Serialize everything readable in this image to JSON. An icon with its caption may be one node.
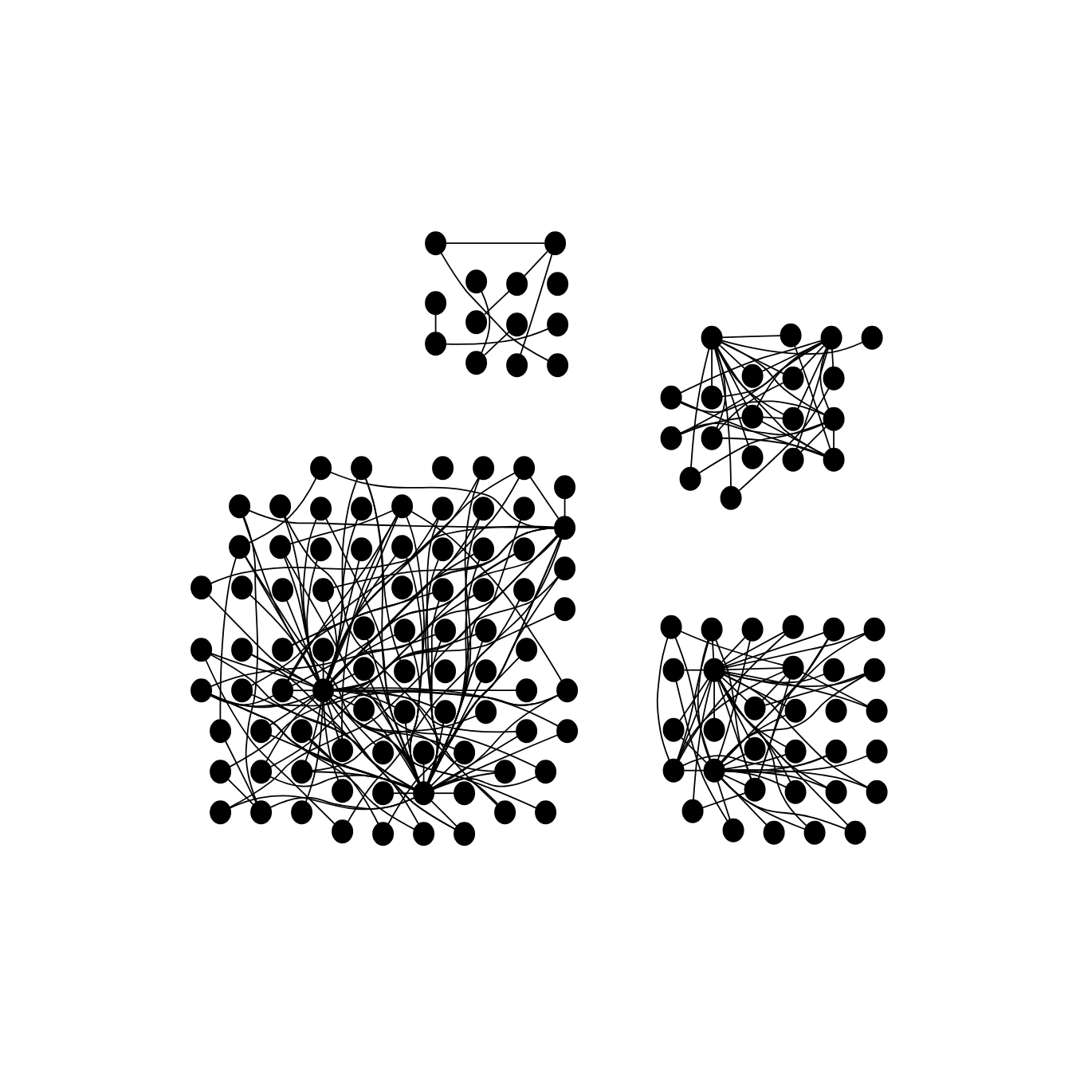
{
  "diagram": {
    "nodes": [
      {
        "text": [],
        "shape": "circle"
      },
      {
        "text": [],
        "shape": "circle"
      },
      {
        "text": [],
        "shape": "circle"
      },
      {
        "text": [],
        "shape": "circle"
      },
      {
        "text": [],
        "shape": "circle"
      },
      {
        "text": [],
        "shape": "circle"
      },
      {
        "text": [],
        "shape": "circle"
      },
      {
        "text": [],
        "shape": "circle"
      },
      {
        "text": [],
        "shape": "circle"
      },
      {
        "text": [],
        "shape": "circle"
      },
      {
        "text": [],
        "shape": "circle"
      },
      {
        "text": [],
        "shape": "circle"
      },
      {
        "text": [],
        "shape": "circle"
      },
      {
        "text": [],
        "shape": "circle"
      },
      {
        "text": [],
        "shape": "circle"
      },
      {
        "text": [],
        "shape": "circle"
      },
      {
        "text": [],
        "shape": "circle"
      },
      {
        "text": [],
        "shape": "circle"
      },
      {
        "text": [],
        "shape": "circle"
      },
      {
        "text": [],
        "shape": "circle"
      },
      {
        "text": [],
        "shape": "circle"
      },
      {
        "text": [],
        "shape": "circle"
      },
      {
        "text": [],
        "shape": "circle"
      },
      {
        "text": [],
        "shape": "circle"
      },
      {
        "text": [],
        "shape": "circle"
      },
      {
        "text": [],
        "shape": "circle"
      },
      {
        "text": [],
        "shape": "circle"
      },
      {
        "text": [],
        "shape": "circle"
      },
      {
        "text": [],
        "shape": "circle"
      },
      {
        "text": [],
        "shape": "circle"
      },
      {
        "text": [],
        "shape": "circle"
      },
      {
        "text": [],
        "shape": "circle"
      },
      {
        "text": [],
        "shape": "circle"
      },
      {
        "text": [],
        "shape": "circle"
      },
      {
        "text": [],
        "shape": "circle"
      },
      {
        "text": [],
        "shape": "circle"
      },
      {
        "text": [],
        "shape": "circle"
      },
      {
        "text": [],
        "shape": "circle"
      },
      {
        "text": [],
        "shape": "circle"
      },
      {
        "text": [],
        "shape": "circle"
      },
      {
        "text": [],
        "shape": "circle"
      },
      {
        "text": [],
        "shape": "circle"
      },
      {
        "text": [],
        "shape": "circle"
      },
      {
        "text": [],
        "shape": "circle"
      },
      {
        "text": [],
        "shape": "circle"
      },
      {
        "text": [],
        "shape": "circle"
      },
      {
        "text": [],
        "shape": "circle"
      },
      {
        "text": [],
        "shape": "circle"
      },
      {
        "text": [],
        "shape": "circle"
      },
      {
        "text": [],
        "shape": "circle"
      },
      {
        "text": [],
        "shape": "circle"
      },
      {
        "text": [],
        "shape": "circle"
      },
      {
        "text": [],
        "shape": "circle"
      },
      {
        "text": [],
        "shape": "circle"
      },
      {
        "text": [],
        "shape": "circle"
      },
      {
        "text": [],
        "shape": "circle"
      },
      {
        "text": [],
        "shape": "circle"
      },
      {
        "text": [],
        "shape": "circle"
      },
      {
        "text": [],
        "shape": "circle"
      },
      {
        "text": [],
        "shape": "circle"
      },
      {
        "text": [],
        "shape": "circle"
      },
      {
        "text": [],
        "shape": "circle"
      },
      {
        "text": [],
        "shape": "circle"
      },
      {
        "text": [],
        "shape": "circle"
      },
      {
        "text": [],
        "shape": "circle"
      },
      {
        "text": [],
        "shape": "circle"
      },
      {
        "text": [],
        "shape": "circle"
      },
      {
        "text": [],
        "shape": "circle"
      },
      {
        "text": [],
        "shape": "circle"
      },
      {
        "text": [],
        "shape": "circle"
      },
      {
        "text": [],
        "shape": "circle"
      },
      {
        "text": [],
        "shape": "circle"
      },
      {
        "text": [],
        "shape": "circle"
      },
      {
        "text": [],
        "shape": "circle"
      },
      {
        "text": [],
        "shape": "circle"
      },
      {
        "text": [],
        "shape": "circle"
      },
      {
        "text": [],
        "shape": "circle"
      },
      {
        "text": [],
        "shape": "circle"
      },
      {
        "text": [],
        "shape": "circle"
      },
      {
        "text": [],
        "shape": "circle"
      },
      {
        "text": [],
        "shape": "circle"
      },
      {
        "text": [],
        "shape": "circle"
      },
      {
        "text": [],
        "shape": "circle"
      },
      {
        "text": [],
        "shape": "circle"
      },
      {
        "text": [],
        "shape": "circle"
      },
      {
        "text": [],
        "shape": "circle"
      },
      {
        "text": [],
        "shape": "circle"
      },
      {
        "text": [],
        "shape": "circle"
      },
      {
        "text": [],
        "shape": "circle"
      },
      {
        "text": [],
        "shape": "circle"
      },
      {
        "text": [],
        "shape": "circle"
      },
      {
        "text": [],
        "shape": "circle"
      },
      {
        "text": [],
        "shape": "circle"
      },
      {
        "text": [],
        "shape": "circle"
      },
      {
        "text": [],
        "shape": "circle"
      },
      {
        "text": [],
        "shape": "circle"
      },
      {
        "text": [],
        "shape": "circle"
      },
      {
        "text": [],
        "shape": "circle"
      },
      {
        "text": [],
        "shape": "circle"
      },
      {
        "text": [],
        "shape": "circle"
      },
      {
        "text": [],
        "shape": "circle"
      },
      {
        "text": [],
        "shape": "circle"
      },
      {
        "text": [],
        "shape": "circle"
      },
      {
        "text": [],
        "shape": "circle"
      },
      {
        "text": [],
        "shape": "circle"
      },
      {
        "text": [],
        "shape": "circle"
      },
      {
        "text": [],
        "shape": "circle"
      },
      {
        "text": [],
        "shape": "circle"
      },
      {
        "text": [],
        "shape": "circle"
      },
      {
        "text": [],
        "shape": "circle"
      },
      {
        "text": [],
        "shape": "circle"
      },
      {
        "text": [],
        "shape": "circle"
      },
      {
        "text": [],
        "shape": "circle"
      },
      {
        "text": [],
        "shape": "circle"
      },
      {
        "text": [],
        "shape": "circle"
      },
      {
        "text": [],
        "shape": "circle"
      },
      {
        "text": [],
        "shape": "circle"
      },
      {
        "text": [],
        "shape": "circle"
      },
      {
        "text": [],
        "shape": "circle"
      },
      {
        "text": [],
        "shape": "circle"
      },
      {
        "text": [],
        "shape": "circle"
      },
      {
        "text": [],
        "shape": "circle"
      },
      {
        "text": [],
        "shape": "circle"
      },
      {
        "text": [],
        "shape": "circle"
      },
      {
        "text": [],
        "shape": "circle"
      },
      {
        "text": [],
        "shape": "circle"
      },
      {
        "text": [],
        "shape": "circle"
      },
      {
        "text": [],
        "shape": "circle"
      },
      {
        "text": [],
        "shape": "circle"
      },
      {
        "text": [],
        "shape": "circle"
      },
      {
        "text": [],
        "shape": "circle"
      },
      {
        "text": [],
        "shape": "circle"
      },
      {
        "text": [],
        "shape": "circle"
      },
      {
        "text": [],
        "shape": "circle"
      },
      {
        "text": [],
        "shape": "circle"
      },
      {
        "text": [],
        "shape": "circle"
      },
      {
        "text": [],
        "shape": "circle"
      },
      {
        "text": [],
        "shape": "circle"
      },
      {
        "text": [],
        "shape": "circle"
      },
      {
        "text": [],
        "shape": "circle"
      },
      {
        "text": [],
        "shape": "circle"
      },
      {
        "text": [],
        "shape": "circle"
      },
      {
        "text": [],
        "shape": "circle"
      },
      {
        "text": [],
        "shape": "circle"
      },
      {
        "text": [],
        "shape": "circle"
      },
      {
        "text": [],
        "shape": "circle"
      },
      {
        "text": [],
        "shape": "circle"
      }
    ],
    "edges": [
      {
        "from": 1,
        "to": 6,
        "arrow": "none"
      },
      {
        "from": 3,
        "to": 6,
        "arrow": "none"
      },
      {
        "from": 2,
        "to": 0,
        "arrow": "none"
      },
      {
        "from": 2,
        "to": 7,
        "arrow": "none"
      },
      {
        "from": 5,
        "to": 4,
        "arrow": "none"
      },
      {
        "from": 5,
        "to": 11,
        "arrow": "none"
      },
      {
        "from": 7,
        "to": 9,
        "arrow": "none"
      },
      {
        "from": 7,
        "to": 8,
        "arrow": "none"
      },
      {
        "from": 8,
        "to": 10,
        "arrow": "none"
      },
      {
        "from": 18,
        "to": 21,
        "arrow": "none"
      },
      {
        "from": 16,
        "to": 21,
        "arrow": "none"
      },
      {
        "from": 16,
        "to": 19,
        "arrow": "none"
      },
      {
        "from": 13,
        "to": 21,
        "arrow": "none"
      },
      {
        "from": 17,
        "to": 21,
        "arrow": "none"
      },
      {
        "from": 13,
        "to": 19,
        "arrow": "none"
      },
      {
        "from": 13,
        "to": 20,
        "arrow": "none"
      },
      {
        "from": 20,
        "to": 29,
        "arrow": "none"
      },
      {
        "from": 14,
        "to": 17,
        "arrow": "none"
      },
      {
        "from": 14,
        "to": 21,
        "arrow": "none"
      },
      {
        "from": 14,
        "to": 19,
        "arrow": "none"
      },
      {
        "from": 15,
        "to": 21,
        "arrow": "none"
      },
      {
        "from": 15,
        "to": 19,
        "arrow": "none"
      },
      {
        "from": 21,
        "to": 20,
        "arrow": "none"
      },
      {
        "from": 20,
        "to": 19,
        "arrow": "none"
      },
      {
        "from": 20,
        "to": 23,
        "arrow": "none"
      },
      {
        "from": 23,
        "to": 26,
        "arrow": "none"
      },
      {
        "from": 21,
        "to": 26,
        "arrow": "none"
      },
      {
        "from": 21,
        "to": 31,
        "arrow": "none"
      },
      {
        "from": 21,
        "to": 27,
        "arrow": "none"
      },
      {
        "from": 21,
        "to": 23,
        "arrow": "none"
      },
      {
        "from": 21,
        "to": 24,
        "arrow": "none"
      },
      {
        "from": 21,
        "to": 30,
        "arrow": "none"
      },
      {
        "from": 17,
        "to": 23,
        "arrow": "none"
      },
      {
        "from": 23,
        "to": 24,
        "arrow": "none"
      },
      {
        "from": 23,
        "to": 28,
        "arrow": "none"
      },
      {
        "from": 24,
        "to": 28,
        "arrow": "none"
      },
      {
        "from": 24,
        "to": 27,
        "arrow": "none"
      },
      {
        "from": 24,
        "to": 29,
        "arrow": "none"
      },
      {
        "from": 22,
        "to": 24,
        "arrow": "none"
      },
      {
        "from": 22,
        "to": 19,
        "arrow": "none"
      },
      {
        "from": 19,
        "to": 24,
        "arrow": "none"
      },
      {
        "from": 19,
        "to": 28,
        "arrow": "none"
      },
      {
        "from": 19,
        "to": 25,
        "arrow": "none"
      },
      {
        "from": 19,
        "to": 29,
        "arrow": "none"
      },
      {
        "from": 25,
        "to": 30,
        "arrow": "none"
      },
      {
        "from": 39,
        "to": 43,
        "arrow": "none"
      },
      {
        "from": 37,
        "to": 43,
        "arrow": "none"
      },
      {
        "from": 37,
        "to": 40,
        "arrow": "none"
      },
      {
        "from": 33,
        "to": 43,
        "arrow": "none"
      },
      {
        "from": 38,
        "to": 43,
        "arrow": "none"
      },
      {
        "from": 33,
        "to": 40,
        "arrow": "none"
      },
      {
        "from": 33,
        "to": 41,
        "arrow": "none"
      },
      {
        "from": 41,
        "to": 57,
        "arrow": "none"
      },
      {
        "from": 34,
        "to": 38,
        "arrow": "none"
      },
      {
        "from": 34,
        "to": 43,
        "arrow": "none"
      },
      {
        "from": 34,
        "to": 40,
        "arrow": "none"
      },
      {
        "from": 36,
        "to": 43,
        "arrow": "none"
      },
      {
        "from": 36,
        "to": 40,
        "arrow": "none"
      },
      {
        "from": 43,
        "to": 41,
        "arrow": "none"
      },
      {
        "from": 41,
        "to": 40,
        "arrow": "none"
      },
      {
        "from": 41,
        "to": 48,
        "arrow": "none"
      },
      {
        "from": 48,
        "to": 53,
        "arrow": "none"
      },
      {
        "from": 43,
        "to": 53,
        "arrow": "none"
      },
      {
        "from": 43,
        "to": 61,
        "arrow": "none"
      },
      {
        "from": 43,
        "to": 54,
        "arrow": "none"
      },
      {
        "from": 43,
        "to": 48,
        "arrow": "none"
      },
      {
        "from": 43,
        "to": 51,
        "arrow": "none"
      },
      {
        "from": 43,
        "to": 58,
        "arrow": "none"
      },
      {
        "from": 38,
        "to": 48,
        "arrow": "none"
      },
      {
        "from": 48,
        "to": 51,
        "arrow": "none"
      },
      {
        "from": 48,
        "to": 55,
        "arrow": "none"
      },
      {
        "from": 51,
        "to": 55,
        "arrow": "none"
      },
      {
        "from": 51,
        "to": 54,
        "arrow": "none"
      },
      {
        "from": 51,
        "to": 57,
        "arrow": "none"
      },
      {
        "from": 46,
        "to": 51,
        "arrow": "none"
      },
      {
        "from": 46,
        "to": 40,
        "arrow": "none"
      },
      {
        "from": 40,
        "to": 51,
        "arrow": "none"
      },
      {
        "from": 40,
        "to": 55,
        "arrow": "none"
      },
      {
        "from": 40,
        "to": 52,
        "arrow": "none"
      },
      {
        "from": 40,
        "to": 57,
        "arrow": "none"
      },
      {
        "from": 52,
        "to": 58,
        "arrow": "none"
      },
      {
        "from": 32,
        "to": 43,
        "arrow": "none"
      },
      {
        "from": 32,
        "to": 40,
        "arrow": "none"
      },
      {
        "from": 35,
        "to": 43,
        "arrow": "none"
      },
      {
        "from": 35,
        "to": 40,
        "arrow": "none"
      },
      {
        "from": 42,
        "to": 43,
        "arrow": "none"
      },
      {
        "from": 44,
        "to": 43,
        "arrow": "none"
      },
      {
        "from": 44,
        "to": 40,
        "arrow": "none"
      },
      {
        "from": 45,
        "to": 43,
        "arrow": "none"
      },
      {
        "from": 45,
        "to": 40,
        "arrow": "none"
      },
      {
        "from": 49,
        "to": 43,
        "arrow": "none"
      },
      {
        "from": 49,
        "to": 41,
        "arrow": "none"
      },
      {
        "from": 50,
        "to": 43,
        "arrow": "none"
      },
      {
        "from": 50,
        "to": 40,
        "arrow": "none"
      },
      {
        "from": 56,
        "to": 43,
        "arrow": "none"
      },
      {
        "from": 56,
        "to": 40,
        "arrow": "none"
      },
      {
        "from": 57,
        "to": 43,
        "arrow": "none"
      },
      {
        "from": 59,
        "to": 40,
        "arrow": "none"
      },
      {
        "from": 60,
        "to": 43,
        "arrow": "none"
      },
      {
        "from": 60,
        "to": 40,
        "arrow": "none"
      },
      {
        "from": 62,
        "to": 43,
        "arrow": "none"
      },
      {
        "from": 62,
        "to": 40,
        "arrow": "none"
      },
      {
        "from": 63,
        "to": 40,
        "arrow": "none"
      },
      {
        "from": 61,
        "to": 40,
        "arrow": "none"
      },
      {
        "from": 88,
        "to": 100,
        "arrow": "none"
      },
      {
        "from": 81,
        "to": 100,
        "arrow": "none"
      },
      {
        "from": 81,
        "to": 93,
        "arrow": "none"
      },
      {
        "from": 76,
        "to": 100,
        "arrow": "none"
      },
      {
        "from": 85,
        "to": 100,
        "arrow": "none"
      },
      {
        "from": 76,
        "to": 93,
        "arrow": "none"
      },
      {
        "from": 76,
        "to": 98,
        "arrow": "none"
      },
      {
        "from": 98,
        "to": 132,
        "arrow": "none"
      },
      {
        "from": 78,
        "to": 85,
        "arrow": "none"
      },
      {
        "from": 78,
        "to": 100,
        "arrow": "none"
      },
      {
        "from": 78,
        "to": 93,
        "arrow": "none"
      },
      {
        "from": 80,
        "to": 100,
        "arrow": "none"
      },
      {
        "from": 80,
        "to": 93,
        "arrow": "none"
      },
      {
        "from": 100,
        "to": 98,
        "arrow": "none"
      },
      {
        "from": 98,
        "to": 93,
        "arrow": "none"
      },
      {
        "from": 98,
        "to": 111,
        "arrow": "none"
      },
      {
        "from": 111,
        "to": 122,
        "arrow": "none"
      },
      {
        "from": 100,
        "to": 122,
        "arrow": "none"
      },
      {
        "from": 100,
        "to": 138,
        "arrow": "none"
      },
      {
        "from": 100,
        "to": 129,
        "arrow": "none"
      },
      {
        "from": 100,
        "to": 111,
        "arrow": "none"
      },
      {
        "from": 100,
        "to": 116,
        "arrow": "none"
      },
      {
        "from": 100,
        "to": 134,
        "arrow": "none"
      },
      {
        "from": 85,
        "to": 111,
        "arrow": "none"
      },
      {
        "from": 111,
        "to": 116,
        "arrow": "none"
      },
      {
        "from": 111,
        "to": 130,
        "arrow": "none"
      },
      {
        "from": 116,
        "to": 130,
        "arrow": "none"
      },
      {
        "from": 116,
        "to": 129,
        "arrow": "none"
      },
      {
        "from": 116,
        "to": 132,
        "arrow": "none"
      },
      {
        "from": 107,
        "to": 116,
        "arrow": "none"
      },
      {
        "from": 107,
        "to": 93,
        "arrow": "none"
      },
      {
        "from": 93,
        "to": 116,
        "arrow": "none"
      },
      {
        "from": 93,
        "to": 130,
        "arrow": "none"
      },
      {
        "from": 93,
        "to": 120,
        "arrow": "none"
      },
      {
        "from": 93,
        "to": 132,
        "arrow": "none"
      },
      {
        "from": 120,
        "to": 134,
        "arrow": "none"
      },
      {
        "from": 71,
        "to": 100,
        "arrow": "none"
      },
      {
        "from": 71,
        "to": 93,
        "arrow": "none"
      },
      {
        "from": 79,
        "to": 100,
        "arrow": "none"
      },
      {
        "from": 79,
        "to": 93,
        "arrow": "none"
      },
      {
        "from": 99,
        "to": 100,
        "arrow": "none"
      },
      {
        "from": 101,
        "to": 100,
        "arrow": "none"
      },
      {
        "from": 101,
        "to": 93,
        "arrow": "none"
      },
      {
        "from": 104,
        "to": 100,
        "arrow": "none"
      },
      {
        "from": 104,
        "to": 93,
        "arrow": "none"
      },
      {
        "from": 112,
        "to": 100,
        "arrow": "none"
      },
      {
        "from": 112,
        "to": 98,
        "arrow": "none"
      },
      {
        "from": 115,
        "to": 100,
        "arrow": "none"
      },
      {
        "from": 115,
        "to": 93,
        "arrow": "none"
      },
      {
        "from": 131,
        "to": 100,
        "arrow": "none"
      },
      {
        "from": 131,
        "to": 93,
        "arrow": "none"
      },
      {
        "from": 132,
        "to": 100,
        "arrow": "none"
      },
      {
        "from": 135,
        "to": 93,
        "arrow": "none"
      },
      {
        "from": 136,
        "to": 100,
        "arrow": "none"
      },
      {
        "from": 136,
        "to": 93,
        "arrow": "none"
      },
      {
        "from": 139,
        "to": 100,
        "arrow": "none"
      },
      {
        "from": 139,
        "to": 93,
        "arrow": "none"
      },
      {
        "from": 143,
        "to": 93,
        "arrow": "none"
      },
      {
        "from": 138,
        "to": 93,
        "arrow": "none"
      },
      {
        "from": 77,
        "to": 100,
        "arrow": "none"
      },
      {
        "from": 77,
        "to": 93,
        "arrow": "none"
      },
      {
        "from": 74,
        "to": 100,
        "arrow": "none"
      },
      {
        "from": 74,
        "to": 93,
        "arrow": "none"
      },
      {
        "from": 66,
        "to": 100,
        "arrow": "none"
      },
      {
        "from": 75,
        "to": 100,
        "arrow": "none"
      },
      {
        "from": 75,
        "to": 93,
        "arrow": "none"
      },
      {
        "from": 68,
        "to": 100,
        "arrow": "none"
      },
      {
        "from": 64,
        "to": 100,
        "arrow": "none"
      },
      {
        "from": 64,
        "to": 93,
        "arrow": "none"
      },
      {
        "from": 67,
        "to": 100,
        "arrow": "none"
      },
      {
        "from": 69,
        "to": 100,
        "arrow": "none"
      },
      {
        "from": 73,
        "to": 93,
        "arrow": "none"
      },
      {
        "from": 65,
        "to": 93,
        "arrow": "none"
      },
      {
        "from": 70,
        "to": 93,
        "arrow": "none"
      },
      {
        "from": 72,
        "to": 79,
        "arrow": "none"
      },
      {
        "from": 82,
        "to": 93,
        "arrow": "none"
      },
      {
        "from": 82,
        "to": 120,
        "arrow": "none"
      },
      {
        "from": 83,
        "to": 100,
        "arrow": "none"
      },
      {
        "from": 91,
        "to": 100,
        "arrow": "none"
      },
      {
        "from": 87,
        "to": 100,
        "arrow": "none"
      },
      {
        "from": 87,
        "to": 93,
        "arrow": "none"
      },
      {
        "from": 89,
        "to": 100,
        "arrow": "none"
      },
      {
        "from": 84,
        "to": 93,
        "arrow": "none"
      },
      {
        "from": 86,
        "to": 93,
        "arrow": "none"
      },
      {
        "from": 92,
        "to": 93,
        "arrow": "none"
      },
      {
        "from": 90,
        "to": 100,
        "arrow": "none"
      },
      {
        "from": 90,
        "to": 93,
        "arrow": "none"
      },
      {
        "from": 95,
        "to": 100,
        "arrow": "none"
      },
      {
        "from": 95,
        "to": 93,
        "arrow": "none"
      },
      {
        "from": 96,
        "to": 100,
        "arrow": "none"
      },
      {
        "from": 94,
        "to": 93,
        "arrow": "none"
      },
      {
        "from": 97,
        "to": 93,
        "arrow": "none"
      },
      {
        "from": 102,
        "to": 93,
        "arrow": "none"
      },
      {
        "from": 102,
        "to": 110,
        "arrow": "none"
      },
      {
        "from": 103,
        "to": 100,
        "arrow": "none"
      },
      {
        "from": 103,
        "to": 120,
        "arrow": "none"
      },
      {
        "from": 105,
        "to": 100,
        "arrow": "none"
      },
      {
        "from": 105,
        "to": 93,
        "arrow": "none"
      },
      {
        "from": 109,
        "to": 93,
        "arrow": "none"
      },
      {
        "from": 109,
        "to": 128,
        "arrow": "none"
      },
      {
        "from": 110,
        "to": 120,
        "arrow": "none"
      },
      {
        "from": 113,
        "to": 100,
        "arrow": "none"
      },
      {
        "from": 114,
        "to": 93,
        "arrow": "none"
      },
      {
        "from": 114,
        "to": 100,
        "arrow": "none"
      },
      {
        "from": 118,
        "to": 100,
        "arrow": "none"
      },
      {
        "from": 119,
        "to": 100,
        "arrow": "none"
      },
      {
        "from": 119,
        "to": 93,
        "arrow": "none"
      },
      {
        "from": 117,
        "to": 120,
        "arrow": "none"
      },
      {
        "from": 117,
        "to": 115,
        "arrow": "none"
      },
      {
        "from": 121,
        "to": 120,
        "arrow": "none"
      },
      {
        "from": 123,
        "to": 100,
        "arrow": "none"
      },
      {
        "from": 123,
        "to": 93,
        "arrow": "none"
      },
      {
        "from": 125,
        "to": 100,
        "arrow": "none"
      },
      {
        "from": 125,
        "to": 133,
        "arrow": "none"
      },
      {
        "from": 125,
        "to": 93,
        "arrow": "none"
      },
      {
        "from": 126,
        "to": 120,
        "arrow": "none"
      },
      {
        "from": 126,
        "to": 139,
        "arrow": "none"
      },
      {
        "from": 127,
        "to": 100,
        "arrow": "none"
      },
      {
        "from": 127,
        "to": 120,
        "arrow": "none"
      },
      {
        "from": 128,
        "to": 120,
        "arrow": "none"
      },
      {
        "from": 137,
        "to": 100,
        "arrow": "none"
      },
      {
        "from": 137,
        "to": 145,
        "arrow": "none"
      },
      {
        "from": 140,
        "to": 139,
        "arrow": "none"
      },
      {
        "from": 140,
        "to": 143,
        "arrow": "none"
      },
      {
        "from": 141,
        "to": 143,
        "arrow": "none"
      },
      {
        "from": 141,
        "to": 120,
        "arrow": "none"
      },
      {
        "from": 142,
        "to": 120,
        "arrow": "none"
      },
      {
        "from": 142,
        "to": 93,
        "arrow": "none"
      },
      {
        "from": 145,
        "to": 100,
        "arrow": "none"
      },
      {
        "from": 144,
        "to": 100,
        "arrow": "none"
      },
      {
        "from": 146,
        "to": 100,
        "arrow": "none"
      },
      {
        "from": 88,
        "to": 93,
        "arrow": "none"
      },
      {
        "from": 122,
        "to": 120,
        "arrow": "none"
      },
      {
        "from": 100,
        "to": 120,
        "arrow": "none"
      },
      {
        "from": 143,
        "to": 134,
        "arrow": "none"
      }
    ]
  }
}
